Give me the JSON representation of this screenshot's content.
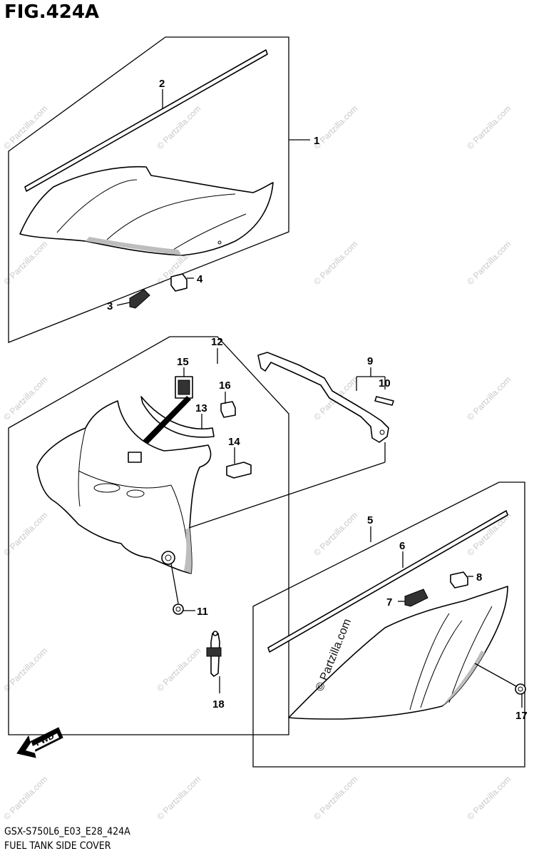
{
  "figure": {
    "title": "FIG.424A",
    "code": "GSX-S750L6_E03_E28_424A",
    "name": "FUEL TANK SIDE COVER",
    "direction_label": "FWD",
    "watermark": "© Partzilla.com"
  },
  "callouts": [
    "1",
    "2",
    "3",
    "4",
    "5",
    "6",
    "7",
    "8",
    "9",
    "10",
    "11",
    "12",
    "13",
    "14",
    "15",
    "16",
    "17",
    "18"
  ]
}
